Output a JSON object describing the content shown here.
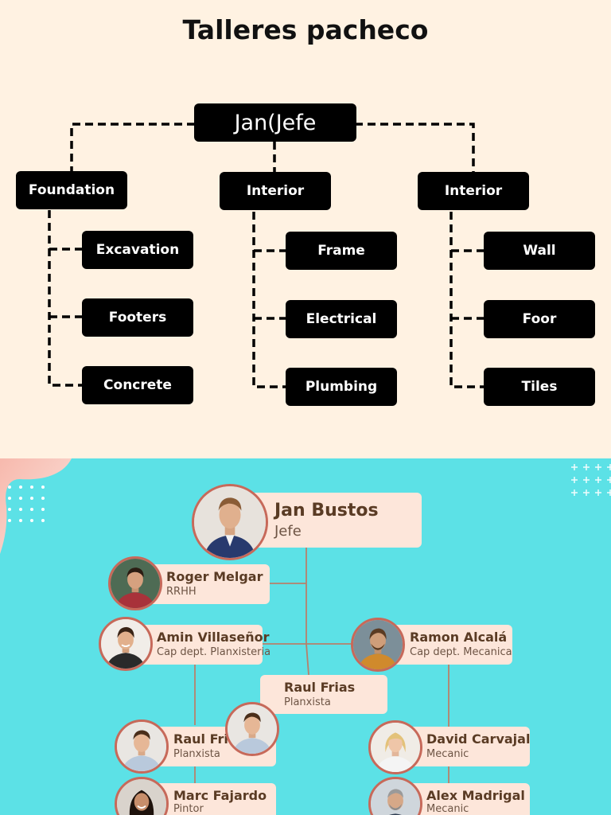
{
  "title": "Talleres pacheco",
  "tree": {
    "root": "Jan(Jefe",
    "branches": [
      {
        "label": "Foundation",
        "children": [
          "Excavation",
          "Footers",
          "Concrete"
        ]
      },
      {
        "label": "Interior",
        "children": [
          "Frame",
          "Electrical",
          "Plumbing"
        ]
      },
      {
        "label": "Interior",
        "children": [
          "Wall",
          "Foor",
          "Tiles"
        ]
      }
    ]
  },
  "team": {
    "boss": {
      "name": "Jan Bustos",
      "role": "Jefe"
    },
    "members": [
      {
        "name": "Roger Melgar",
        "role": "RRHH"
      },
      {
        "name": "Amin Villaseñor",
        "role": "Cap dept. Planxisteria"
      },
      {
        "name": "Ramon Alcalá",
        "role": "Cap dept. Mecanica"
      },
      {
        "name": "Raul Frias",
        "role": "Planxista"
      },
      {
        "name": "Raul Frias",
        "role": "Planxista"
      },
      {
        "name": "David Carvajal",
        "role": "Mecanic"
      },
      {
        "name": "Marc Fajardo",
        "role": "Pintor"
      },
      {
        "name": "Alex Madrigal",
        "role": "Mecanic"
      }
    ]
  },
  "colors": {
    "top_bg": "#fff2e2",
    "bottom_bg": "#5ce1e6",
    "card_bg": "#fde6da",
    "name_color": "#5a3b24",
    "avatar_ring": "#c7695a"
  }
}
